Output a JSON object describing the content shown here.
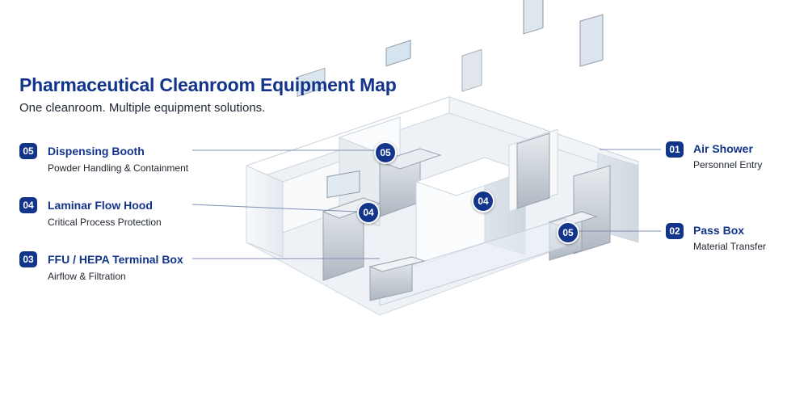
{
  "header": {
    "title": "Pharmaceutical Cleanroom Equipment Map",
    "subtitle": "One cleanroom. Multiple equipment solutions."
  },
  "callouts_left": [
    {
      "number": "05",
      "label": "Dispensing Booth",
      "sub": "Powder Handling & Containment"
    },
    {
      "number": "04",
      "label": "Laminar Flow Hood",
      "sub": "Critical Process Protection"
    },
    {
      "number": "03",
      "label": "FFU / HEPA Terminal Box",
      "sub": "Airflow & Filtration"
    }
  ],
  "callouts_right": [
    {
      "number": "01",
      "label": "Air Shower",
      "sub": "Personnel Entry"
    },
    {
      "number": "02",
      "label": "Pass Box",
      "sub": "Material Transfer"
    }
  ],
  "markers": {
    "dispensing_booth": "05",
    "laminar_hood_left": "04",
    "laminar_hood_center": "04",
    "pass_box": "05"
  },
  "colors": {
    "accent": "#13348b",
    "wall": "#ffffff",
    "wall_shade": "#dde3ea",
    "floor": "#eef2f6",
    "steel": "#b9c1ca"
  }
}
